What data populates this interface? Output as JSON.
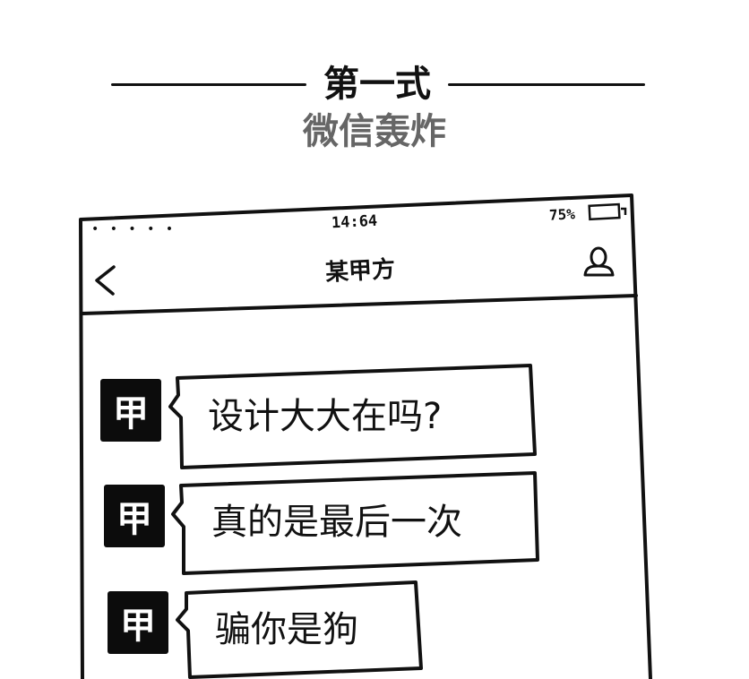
{
  "heading": {
    "title": "第一式",
    "subtitle": "微信轰炸"
  },
  "phone": {
    "status": {
      "signal": "• • • • •",
      "time": "14:64",
      "battery": "75%"
    },
    "header": {
      "title": "某甲方",
      "back_icon": "chevron-left-icon",
      "contact_icon": "user-icon"
    },
    "messages": [
      {
        "avatar": "甲",
        "text": "设计大大在吗?"
      },
      {
        "avatar": "甲",
        "text": "真的是最后一次"
      },
      {
        "avatar": "甲",
        "text": "骗你是狗"
      }
    ]
  },
  "colors": {
    "ink": "#111111",
    "subtitle": "#666666",
    "avatar_bg": "#0c0c0c"
  }
}
